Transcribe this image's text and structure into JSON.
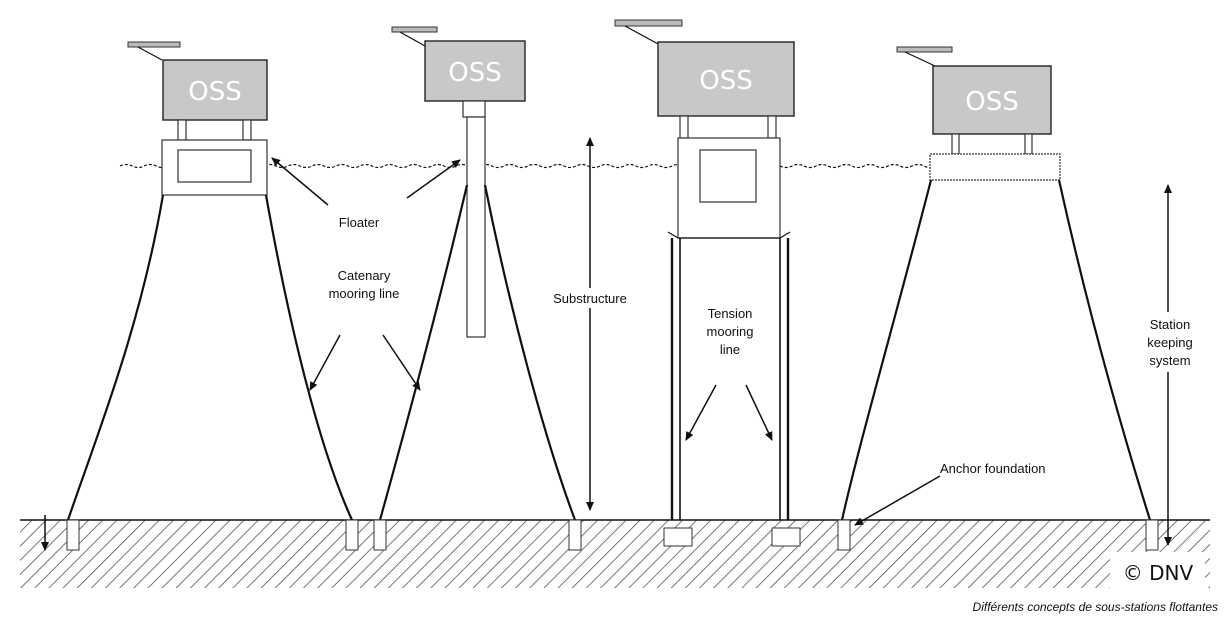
{
  "platforms": [
    {
      "label": "OSS"
    },
    {
      "label": "OSS"
    },
    {
      "label": "OSS"
    },
    {
      "label": "OSS"
    }
  ],
  "annotations": {
    "floater": "Floater",
    "catenary_line1": "Catenary",
    "catenary_line2": "mooring line",
    "substructure": "Substructure",
    "tension_line1": "Tension",
    "tension_line2": "mooring",
    "tension_line3": "line",
    "station_line1": "Station",
    "station_line2": "keeping",
    "station_line3": "system",
    "anchor": "Anchor foundation"
  },
  "copyright": "© DNV",
  "caption": "Différents concepts de sous-stations flottantes",
  "colors": {
    "platform_fill": "#c8c8c8",
    "ink": "#111111",
    "background": "#ffffff"
  }
}
